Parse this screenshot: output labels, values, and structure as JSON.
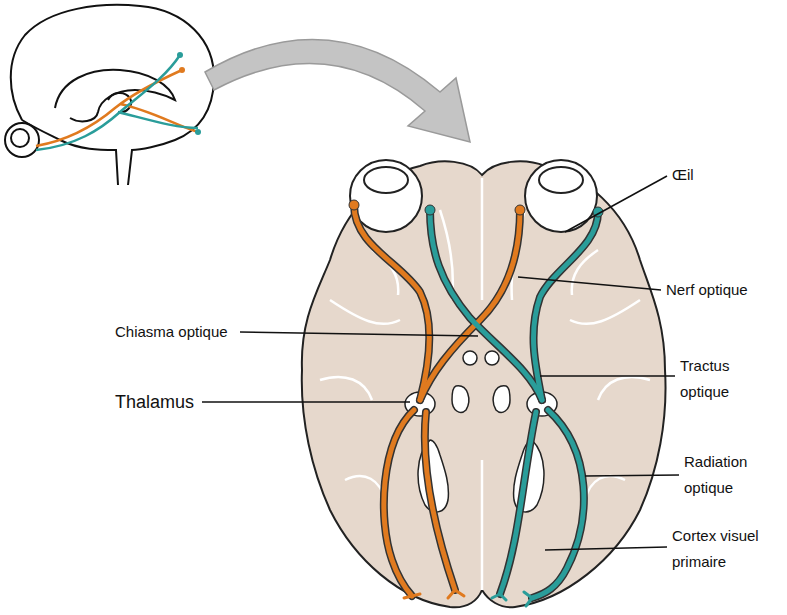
{
  "diagram": {
    "labels": [
      "Œil",
      "Nerf optique",
      "Chiasma optique",
      "Tractus optique",
      "Thalamus",
      "Radiation optique",
      "Cortex visuel primaire"
    ]
  }
}
